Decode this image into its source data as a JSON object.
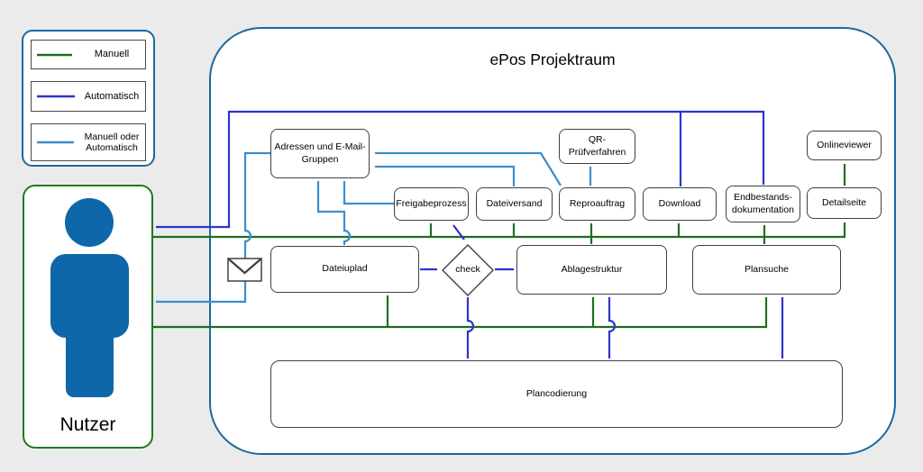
{
  "title": "ePos Projektraum",
  "legend": {
    "items": [
      {
        "label": "Manuell",
        "type": "manual"
      },
      {
        "label": "Automatisch",
        "type": "automatic"
      },
      {
        "label": "Manuell oder Automatisch",
        "type": "either"
      }
    ]
  },
  "actor": {
    "label": "Nutzer"
  },
  "nodes": {
    "adressen": "Adressen und E-Mail-Gruppen",
    "qr": "QR-Prüfverfahren",
    "onlineviewer": "Onlineviewer",
    "freigabeprozess": "Freigabeprozess",
    "dateiversand": "Dateiversand",
    "reproauftrag": "Reproauftrag",
    "download": "Download",
    "endbestand": "Endbestands-dokumentation",
    "detailseite": "Detailseite",
    "dateiupload": "Dateiuplad",
    "check": "check",
    "ablagestruktur": "Ablagestruktur",
    "plansuche": "Plansuche",
    "plancodierung": "Plancodierung"
  },
  "edges": [
    {
      "from": "Download",
      "to": "Nutzer",
      "type": "Automatisch"
    },
    {
      "from": "Endbestands-dokumentation",
      "to": "Nutzer",
      "type": "Automatisch"
    },
    {
      "from": "Adressen und E-Mail-Gruppen",
      "to": "Nutzer",
      "type": "Manuell oder Automatisch"
    },
    {
      "from": "Nutzer",
      "to": "Freigabeprozess",
      "type": "Manuell"
    },
    {
      "from": "Nutzer",
      "to": "Dateiversand",
      "type": "Manuell"
    },
    {
      "from": "Nutzer",
      "to": "Reproauftrag",
      "type": "Manuell"
    },
    {
      "from": "Nutzer",
      "to": "Download",
      "type": "Manuell"
    },
    {
      "from": "Nutzer",
      "to": "Endbestands-dokumentation",
      "type": "Manuell"
    },
    {
      "from": "Nutzer",
      "to": "Detailseite",
      "type": "Manuell"
    },
    {
      "from": "Nutzer",
      "to": "Dateiuplad",
      "type": "Manuell"
    },
    {
      "from": "Nutzer",
      "to": "Ablagestruktur",
      "type": "Manuell"
    },
    {
      "from": "Nutzer",
      "to": "Plansuche",
      "type": "Manuell"
    },
    {
      "from": "Ablagestruktur",
      "to": "Reproauftrag",
      "type": "Manuell"
    },
    {
      "from": "Detailseite",
      "to": "Onlineviewer",
      "type": "Manuell"
    },
    {
      "from": "Dateiuplad",
      "to": "check",
      "type": "Automatisch"
    },
    {
      "from": "check",
      "to": "Ablagestruktur",
      "type": "Automatisch"
    },
    {
      "from": "check",
      "to": "Freigabeprozess",
      "type": "Automatisch",
      "bidirectional": true
    },
    {
      "from": "check",
      "to": "Plancodierung",
      "type": "Automatisch",
      "bidirectional": true
    },
    {
      "from": "Ablagestruktur",
      "to": "Plancodierung",
      "type": "Automatisch",
      "bidirectional": true
    },
    {
      "from": "Plansuche",
      "to": "Plancodierung",
      "type": "Automatisch",
      "bidirectional": true
    },
    {
      "from": "Dateiuplad",
      "to": "Adressen und E-Mail-Gruppen",
      "type": "Manuell oder Automatisch"
    },
    {
      "from": "Freigabeprozess",
      "to": "Adressen und E-Mail-Gruppen",
      "type": "Manuell oder Automatisch"
    },
    {
      "from": "Dateiversand",
      "to": "Adressen und E-Mail-Gruppen",
      "type": "Manuell oder Automatisch"
    },
    {
      "from": "Reproauftrag",
      "to": "Adressen und E-Mail-Gruppen",
      "type": "Manuell oder Automatisch"
    },
    {
      "from": "Reproauftrag",
      "to": "QR-Prüfverfahren",
      "type": "Manuell oder Automatisch"
    }
  ],
  "colors": {
    "manual": "#1f6e1f",
    "automatic": "#2b35cc",
    "either": "#3a8dce",
    "frame_blue": "#19699f",
    "actor_green": "#1e7a1e",
    "person_blue": "#0e67a8",
    "box_border": "#404040",
    "background": "#ebebeb"
  }
}
